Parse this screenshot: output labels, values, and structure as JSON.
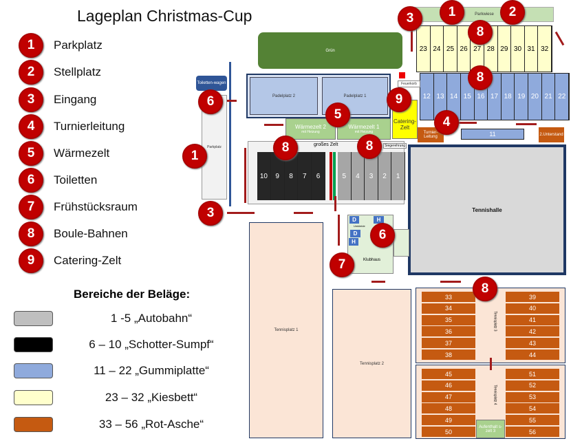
{
  "title": "Lageplan Christmas-Cup",
  "legend": [
    {
      "num": "1",
      "label": "Parkplatz"
    },
    {
      "num": "2",
      "label": "Stellplatz"
    },
    {
      "num": "3",
      "label": "Eingang"
    },
    {
      "num": "4",
      "label": "Turnierleitung"
    },
    {
      "num": "5",
      "label": "Wärmezelt"
    },
    {
      "num": "6",
      "label": "Toiletten"
    },
    {
      "num": "7",
      "label": "Frühstücksraum"
    },
    {
      "num": "8",
      "label": "Boule-Bahnen"
    },
    {
      "num": "9",
      "label": "Catering-Zelt"
    }
  ],
  "surfaces_title": "Bereiche der Beläge:",
  "surfaces": [
    {
      "label": "1 -5  „Autobahn“",
      "color": "#bfbfbf"
    },
    {
      "label": "6 – 10  „Schotter-Sumpf“",
      "color": "#000000"
    },
    {
      "label": "11 – 22 „Gummiplatte“",
      "color": "#8faadc"
    },
    {
      "label": "23 – 32 „Kiesbett“",
      "color": "#ffffcc"
    },
    {
      "label": "33 – 56 „Rot-Asche“",
      "color": "#c55a11"
    }
  ],
  "map": {
    "parkwiese": "Parkwiese",
    "gruen": "Grün",
    "padel2": "Padelplatz 2",
    "padel1": "Padelplatz 1",
    "feuerkorb": "Feuerkorb",
    "toilettenwagen": "Toiletten-wagen",
    "parkplatz": "Parkplatz",
    "waermezelt2": "Wärmezelt 2",
    "waermezelt1": "Wärmezelt 1",
    "heizung": "mit Heizung",
    "catering": "Catering-Zelt",
    "turnierleitung": "Turnier-Leitung",
    "unterstand": "2.Unterstand",
    "grosses_zelt": "großes Zelt",
    "siegerehrung": "Siegerehrung",
    "tennishalle": "Tennishalle",
    "klubhaus": "Klubhaus",
    "umkleide": "Umkleide",
    "tennisplatz1": "Tennisplatz 1",
    "tennisplatz2": "Tennisplatz 2",
    "tennisplatz3": "Tennisplatz 3",
    "tennisplatz4": "Tennisplatz 4",
    "aufenthalt": "Aufenthalt s-zelt 3",
    "damen": "D",
    "herren": "H",
    "court11": "11",
    "courts_kies": [
      "23",
      "24",
      "25",
      "26",
      "27",
      "28",
      "29",
      "30",
      "31",
      "32"
    ],
    "courts_gummi": [
      "12",
      "13",
      "14",
      "15",
      "16",
      "17",
      "18",
      "19",
      "20",
      "21",
      "22"
    ],
    "courts_black": [
      "10",
      "9",
      "8",
      "7",
      "6"
    ],
    "courts_grey": [
      "5",
      "4",
      "3",
      "2",
      "1"
    ],
    "asche_3_left": [
      "33",
      "34",
      "35",
      "36",
      "37",
      "38"
    ],
    "asche_3_right": [
      "39",
      "40",
      "41",
      "42",
      "43",
      "44"
    ],
    "asche_4_left": [
      "45",
      "46",
      "47",
      "48",
      "49",
      "50"
    ],
    "asche_4_right": [
      "51",
      "52",
      "53",
      "54",
      "55",
      "56"
    ]
  },
  "markers": [
    "3",
    "1",
    "2",
    "8",
    "8",
    "9",
    "6",
    "5",
    "4",
    "1",
    "8",
    "8",
    "6",
    "3",
    "7",
    "8"
  ]
}
